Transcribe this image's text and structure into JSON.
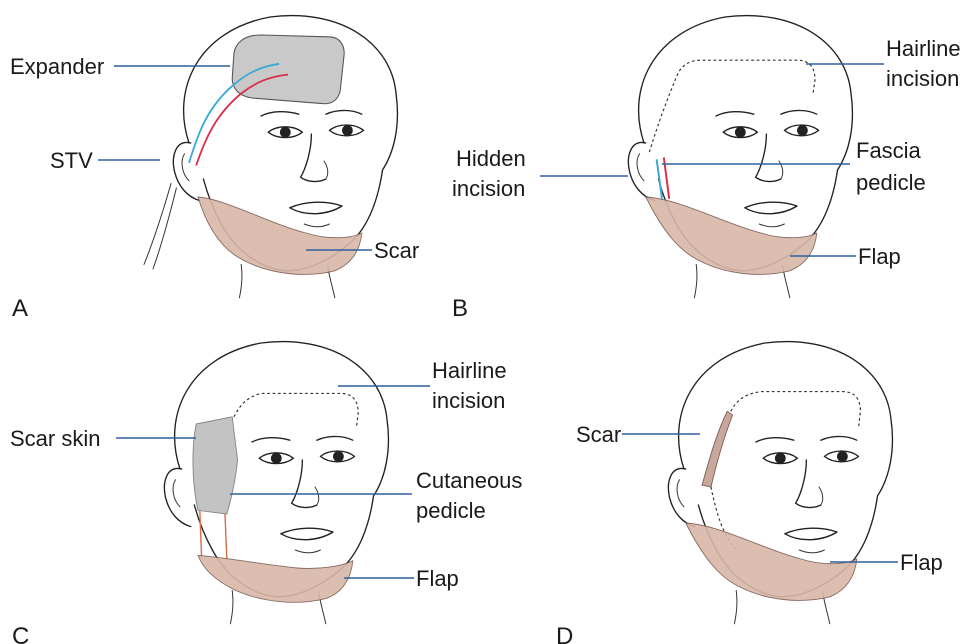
{
  "panels": [
    {
      "id": "A",
      "letter": "A",
      "labels": {
        "expander": "Expander",
        "stv": "STV",
        "scar": "Scar"
      }
    },
    {
      "id": "B",
      "letter": "B",
      "labels": {
        "hairline_1": "Hairline",
        "hairline_2": "incision",
        "hidden_1": "Hidden",
        "hidden_2": "incision",
        "fascia_1": "Fascia",
        "fascia_2": "pedicle",
        "flap": "Flap"
      }
    },
    {
      "id": "C",
      "letter": "C",
      "labels": {
        "hairline_1": "Hairline",
        "hairline_2": "incision",
        "scar_skin": "Scar skin",
        "cutaneous_1": "Cutaneous",
        "cutaneous_2": "pedicle",
        "flap": "Flap"
      }
    },
    {
      "id": "D",
      "letter": "D",
      "labels": {
        "scar": "Scar",
        "flap": "Flap"
      }
    }
  ],
  "colors": {
    "leader_line": "#2f5f9e",
    "flap_fill": "#d9b7a8",
    "expander_fill": "#c9c9c9",
    "vessel_red": "#d8304a",
    "vessel_blue": "#3aa9d8",
    "scar_skin_fill": "#bdbdbd"
  }
}
